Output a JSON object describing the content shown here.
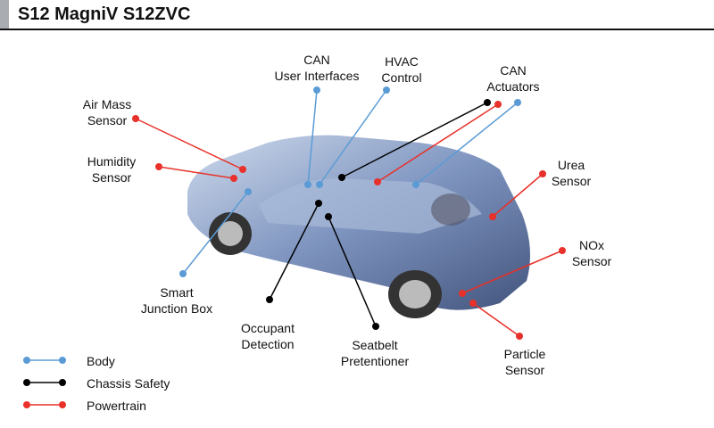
{
  "header": {
    "title": "S12 MagniV S12ZVC"
  },
  "colors": {
    "body": "#5b9bd5",
    "chassis": "#000000",
    "powertrain": "#e8312a"
  },
  "labels": {
    "can_ui": "CAN\nUser Interfaces",
    "hvac": "HVAC\nControl",
    "can_act": "CAN\nActuators",
    "air_mass": "Air Mass\nSensor",
    "humidity": "Humidity\nSensor",
    "urea": "Urea\nSensor",
    "nox": "NOx\nSensor",
    "particle": "Particle\nSensor",
    "sjb": "Smart\nJunction Box",
    "occupant": "Occupant\nDetection",
    "seatbelt": "Seatbelt\nPretentioner"
  },
  "legend": [
    {
      "label": "Body"
    },
    {
      "label": "Chassis Safety"
    },
    {
      "label": "Powertrain"
    }
  ]
}
